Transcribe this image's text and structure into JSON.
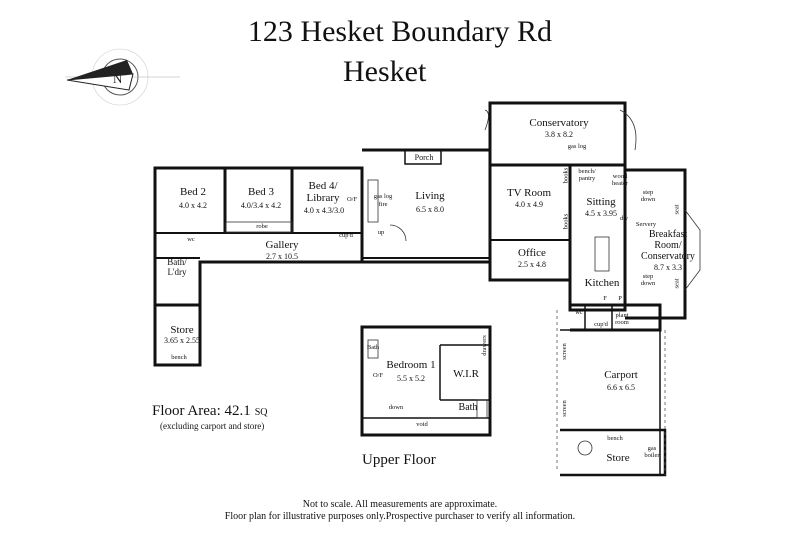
{
  "title": {
    "line1": "123 Hesket Boundary Rd",
    "line2": "Hesket"
  },
  "floor_area": {
    "label": "Floor Area: 42.1",
    "unit": "SQ",
    "note": "(excluding carport and store)"
  },
  "upper_floor_caption": "Upper Floor",
  "footer": {
    "line1": "Not to scale. All measurements are approximate.",
    "line2": "Floor plan for illustrative purposes only.Prospective purchaser to verify all information."
  },
  "rooms": {
    "conservatory": {
      "name": "Conservatory",
      "dims": "3.8 x 8.2"
    },
    "bed2": {
      "name": "Bed 2",
      "dims": "4.0 x 4.2"
    },
    "bed3": {
      "name": "Bed 3",
      "dims": "4.0/3.4 x 4.2"
    },
    "bed4": {
      "name": "Bed 4/",
      "name2": "Library",
      "dims": "4.0 x 4.3/3.0"
    },
    "living": {
      "name": "Living",
      "dims": "6.5 x 8.0"
    },
    "tv_room": {
      "name": "TV Room",
      "dims": "4.0 x 4.9"
    },
    "sitting": {
      "name": "Sitting",
      "dims": "4.5 x 3.95"
    },
    "breakfast": {
      "name": "Breakfast",
      "name2": "Room/",
      "name3": "Conservatory",
      "dims": "8.7 x 3.3"
    },
    "gallery": {
      "name": "Gallery",
      "dims": "2.7 x 10.5"
    },
    "office": {
      "name": "Office",
      "dims": "2.5 x 4.8"
    },
    "kitchen": {
      "name": "Kitchen"
    },
    "bath_ldry": {
      "name": "Bath/",
      "name2": "L'dry"
    },
    "store_left": {
      "name": "Store",
      "dims": "3.65 x 2.55"
    },
    "bedroom1": {
      "name": "Bedroom 1",
      "dims": "5.5 x 5.2"
    },
    "wir": {
      "name": "W.I.R"
    },
    "bath_upper": {
      "name": "Bath"
    },
    "carport": {
      "name": "Carport",
      "dims": "6.6 x 6.5"
    },
    "store_carport": {
      "name": "Store"
    }
  },
  "small_labels": {
    "porch": "Porch",
    "robe": "robe",
    "cupd": "cup'd",
    "wc": "wc",
    "of": "O/F",
    "gas_log_fire1": "gas log",
    "gas_log_fire2": "fire",
    "up": "up",
    "gas_log": "gas log",
    "bench_pantry1": "bench/",
    "bench_pantry2": "pantry",
    "books": "books",
    "wood_heater1": "wood",
    "wood_heater2": "heater",
    "step_down1": "step",
    "step_down2": "down",
    "servery": "Servery",
    "dw": "dw",
    "seat": "seat",
    "plant_room1": "plant",
    "plant_room2": "room",
    "p": "P",
    "f": "F",
    "bench": "bench",
    "bath_small": "Bath",
    "drawers": "drawers",
    "down": "down",
    "void": "void",
    "screen": "screen",
    "gas_boiler1": "gas",
    "gas_boiler2": "boiler"
  }
}
